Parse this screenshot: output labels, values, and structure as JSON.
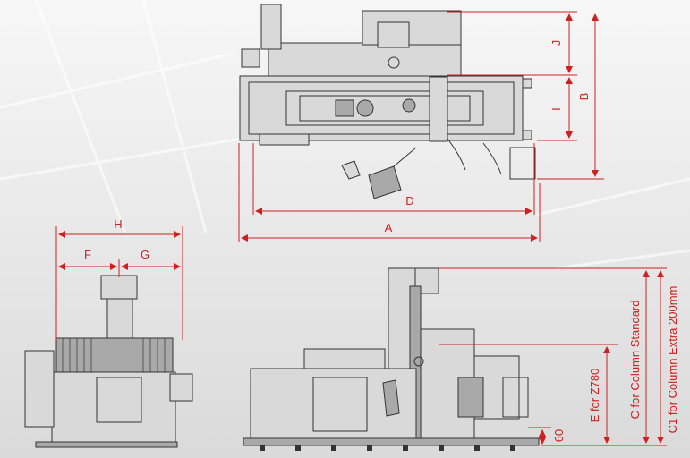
{
  "labels": {
    "A": "A",
    "B": "B",
    "D": "D",
    "I": "I",
    "J": "J",
    "H": "H",
    "F": "F",
    "G": "G",
    "E": "E for Z780",
    "C": "C for Column Standard",
    "C1": "C1 for Column Extra 200mm",
    "sixty": "60"
  },
  "colors": {
    "dimension": "#d11f1f",
    "machine_line": "#333333",
    "background_top": "#f4f4f4",
    "background_bottom": "#dcdcdc"
  }
}
